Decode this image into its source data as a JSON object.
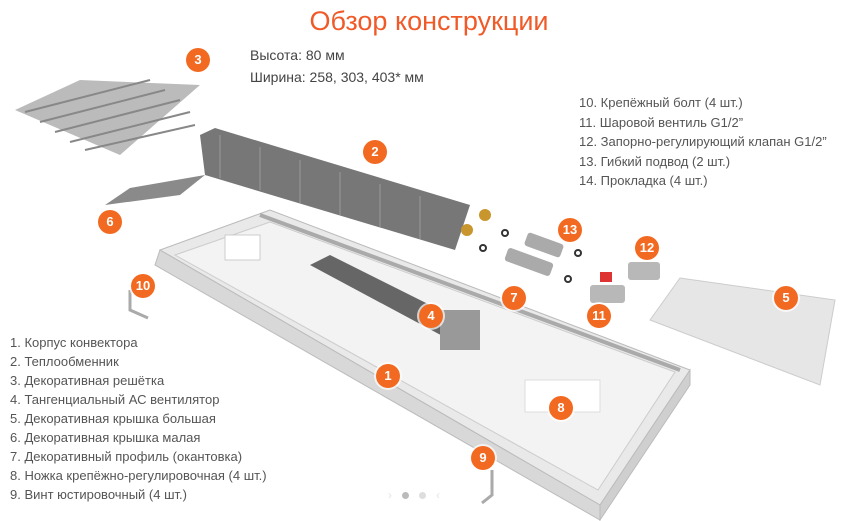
{
  "title": "Обзор конструкции",
  "specs": {
    "height": "Высота: 80 мм",
    "width": "Ширина: 258, 303, 403* мм"
  },
  "parts_left": [
    "1. Корпус конвектора",
    "2. Теплообменник",
    "3. Декоративная решётка",
    "4. Тангенциальный АС вентилятор",
    "5. Декоративная крышка большая",
    "6. Декоративная крышка малая",
    "7. Декоративный профиль (окантовка)",
    "8. Ножка крепёжно-регулировочная (4 шт.)",
    "9. Винт юстировочный (4 шт.)"
  ],
  "parts_right": [
    "10. Крепёжный болт (4 шт.)",
    "11. Шаровой вентиль G1/2”",
    "12. Запорно-регулирующий клапан G1/2”",
    "13. Гибкий подвод (2 шт.)",
    "14. Прокладка (4 шт.)"
  ],
  "badges": [
    "1",
    "2",
    "3",
    "4",
    "5",
    "6",
    "7",
    "8",
    "9",
    "10",
    "11",
    "12",
    "13"
  ],
  "slider": {
    "prev": "›",
    "next": "‹"
  },
  "accent": "#f26a21"
}
